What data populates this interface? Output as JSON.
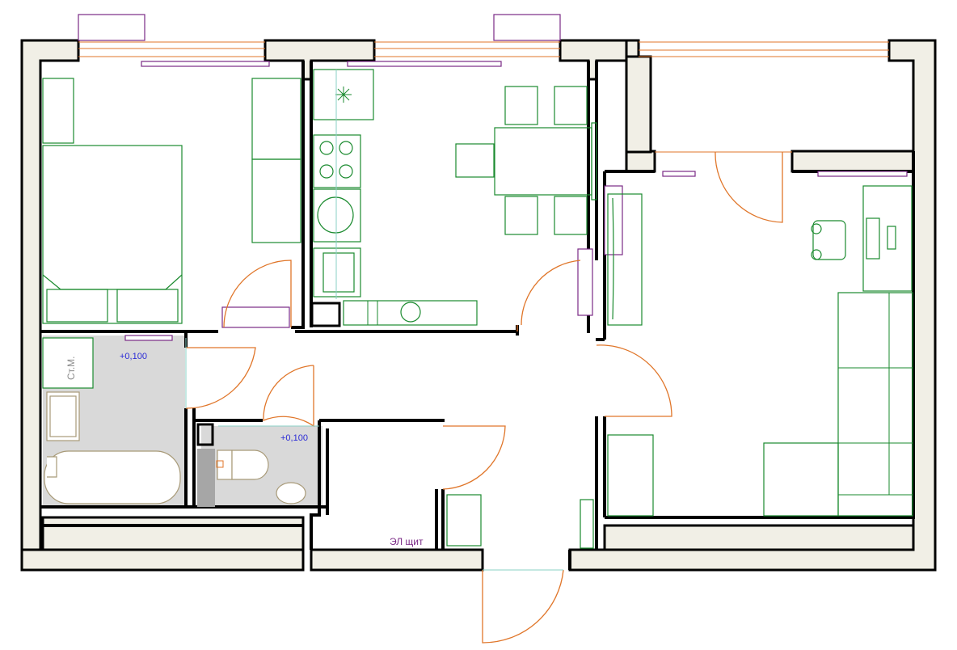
{
  "plan": {
    "level_labels": [
      "+0,100",
      "+0,100"
    ],
    "closet_label": "Ст.М.",
    "panel_label": "ЭЛ щит"
  },
  "colors": {
    "walls": "#000000",
    "wall_fill": "#f1efe6",
    "furniture": "#1a8a2e",
    "doors": "#e0762a",
    "windows": "#7a2a86",
    "plumbing": "#a89a78",
    "wet_floor": "#d9d9d9",
    "level_text": "#2b2bd6"
  }
}
